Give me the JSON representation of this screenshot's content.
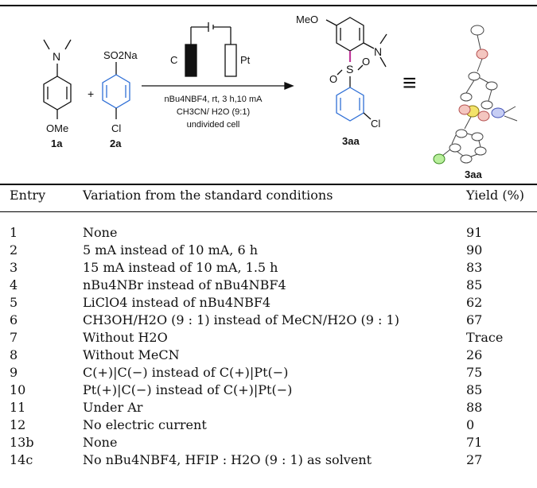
{
  "scheme": {
    "reactant1": {
      "label": "1a",
      "substituents": [
        "N",
        "OMe"
      ]
    },
    "plus": "+",
    "reactant2": {
      "label": "2a",
      "substituents": [
        "SO2Na",
        "Cl"
      ]
    },
    "electrodes": {
      "anode": "C",
      "cathode": "Pt"
    },
    "conditions": [
      "nBu4NBF4, rt, 3 h,10 mA",
      "CH3CN/ H2O (9:1)",
      "undivided cell"
    ],
    "product": {
      "label": "3aa",
      "substituents": [
        "MeO",
        "N",
        "S",
        "O",
        "O",
        "Cl"
      ]
    },
    "equiv": "≡",
    "crystal_label": "3aa"
  },
  "table": {
    "headers": [
      "Entry",
      "Variation from the standard conditions",
      "Yield (%)"
    ],
    "rows": [
      {
        "entry": "1",
        "variation": "None",
        "yield": "91"
      },
      {
        "entry": "2",
        "variation": "5 mA instead of 10 mA, 6 h",
        "yield": "90"
      },
      {
        "entry": "3",
        "variation": "15 mA instead of 10 mA, 1.5 h",
        "yield": "83"
      },
      {
        "entry": "4",
        "variation": "nBu4NBr instead of nBu4NBF4",
        "yield": "85"
      },
      {
        "entry": "5",
        "variation": "LiClO4 instead of nBu4NBF4",
        "yield": "62"
      },
      {
        "entry": "6",
        "variation": "CH3OH/H2O (9 : 1) instead of MeCN/H2O (9 : 1)",
        "yield": "67"
      },
      {
        "entry": "7",
        "variation": "Without H2O",
        "yield": "Trace"
      },
      {
        "entry": "8",
        "variation": "Without MeCN",
        "yield": "26"
      },
      {
        "entry": "9",
        "variation": "C(+)|C(−) instead of C(+)|Pt(−)",
        "yield": "75"
      },
      {
        "entry": "10",
        "variation": "Pt(+)|C(−) instead of C(+)|Pt(−)",
        "yield": "85"
      },
      {
        "entry": "11",
        "variation": "Under Ar",
        "yield": "88"
      },
      {
        "entry": "12",
        "variation": "No electric current",
        "yield": "0"
      },
      {
        "entry": "13b",
        "variation": "None",
        "yield": "71"
      },
      {
        "entry": "14c",
        "variation": "No nBu4NBF4, HFIP : H2O (9 : 1) as solvent",
        "yield": "27"
      }
    ]
  }
}
